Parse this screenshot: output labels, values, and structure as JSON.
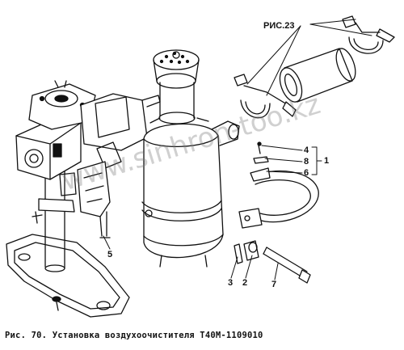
{
  "figure": {
    "caption": "Рис. 70. Установка воздухоочистителя Т40М-1109010",
    "ref_label": "РИС.23",
    "watermark": "www.sinhron-too.kz",
    "callouts": {
      "c1": "1",
      "c2": "2",
      "c3": "3",
      "c4": "4",
      "c5": "5",
      "c6": "6",
      "c7": "7",
      "c8": "8"
    }
  },
  "colors": {
    "ink": "#111111",
    "paper": "#ffffff",
    "watermark": "#8a8a8a"
  }
}
